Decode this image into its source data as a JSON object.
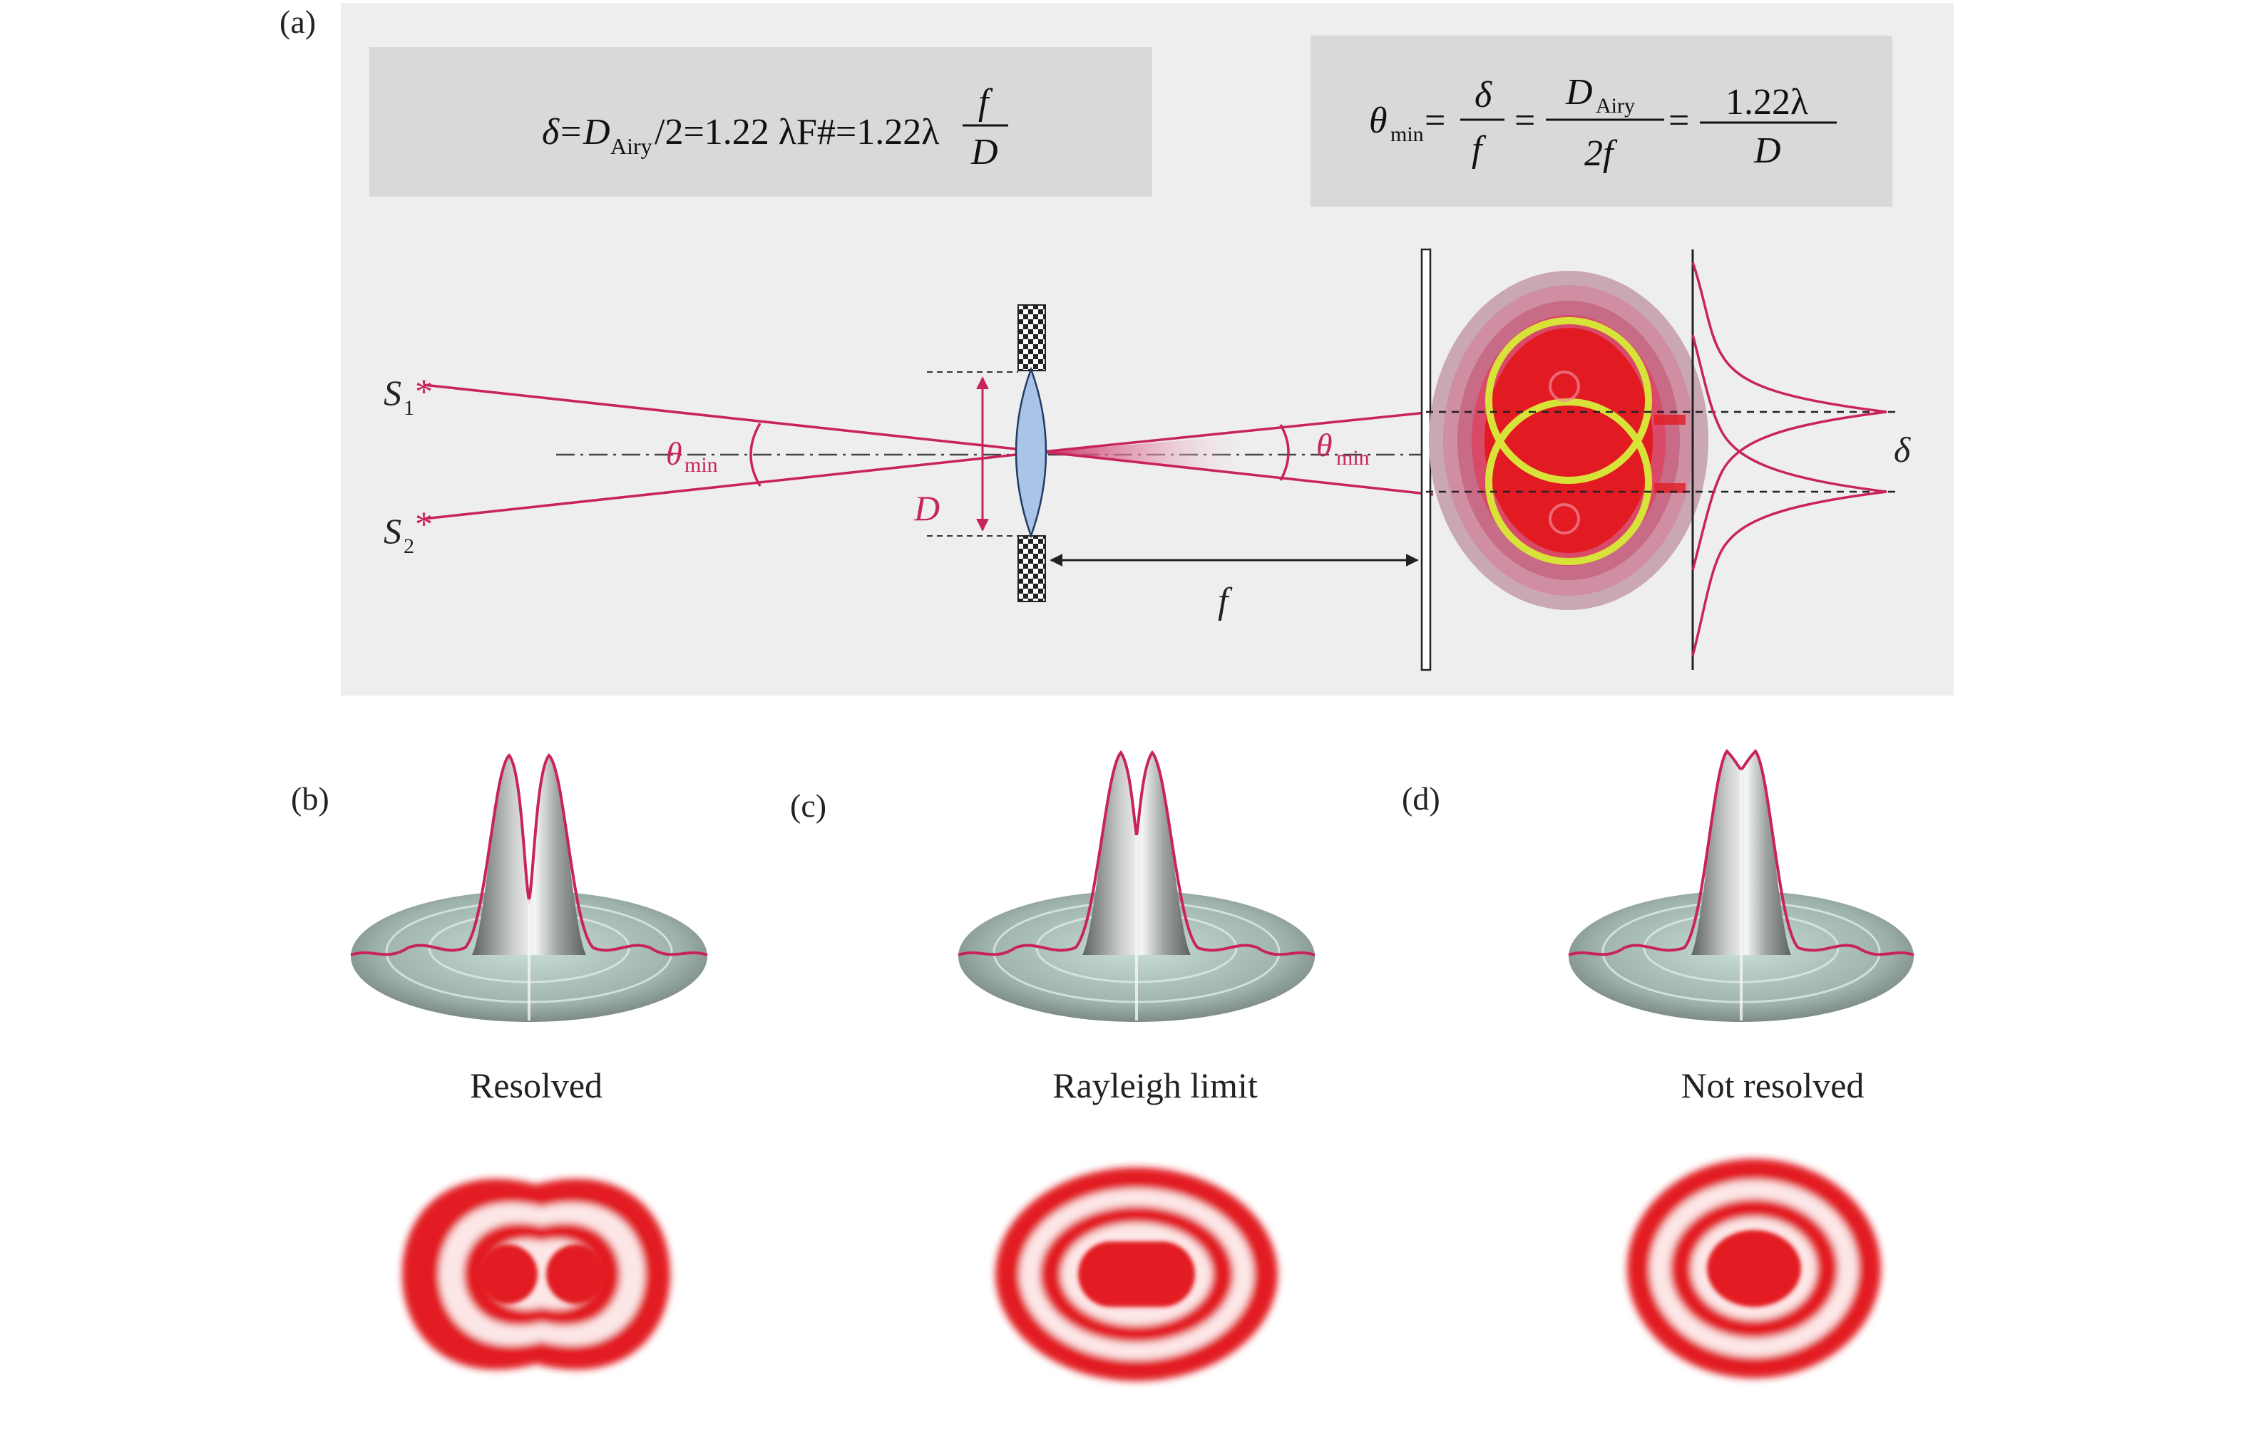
{
  "panels": {
    "a": {
      "label": "(a)"
    },
    "b": {
      "label": "(b)",
      "caption": "Resolved"
    },
    "c": {
      "label": "(c)",
      "caption": "Rayleigh limit"
    },
    "d": {
      "label": "(d)",
      "caption": "Not resolved"
    }
  },
  "formula_left": {
    "delta": "δ",
    "eq": "=",
    "D": "D",
    "airy": "Airy",
    "rest": "/2=1.22 λF#=1.22λ",
    "num": "f",
    "den": "D"
  },
  "formula_right": {
    "theta": "θ",
    "min": "min",
    "eq": "=",
    "f1_num": "δ",
    "f1_den": "f",
    "f2_num_D": "D",
    "f2_num_airy": "Airy",
    "f2_den": "2f",
    "f3_num": "1.22λ",
    "f3_den": "D"
  },
  "diagram_labels": {
    "s": "S",
    "s1_sub": "1",
    "s2_sub": "2",
    "star": "*",
    "theta": "θ",
    "min": "min",
    "aperture": "D",
    "focal": "f",
    "separation": "δ"
  },
  "colors": {
    "ray": "#c8245a",
    "panel_bg": "#eeeeee",
    "formula_box": "#d9d9d9",
    "lens": "#a9c4e6",
    "airy_red": "#e21b23",
    "ring_yellow": "#d8e33a"
  }
}
